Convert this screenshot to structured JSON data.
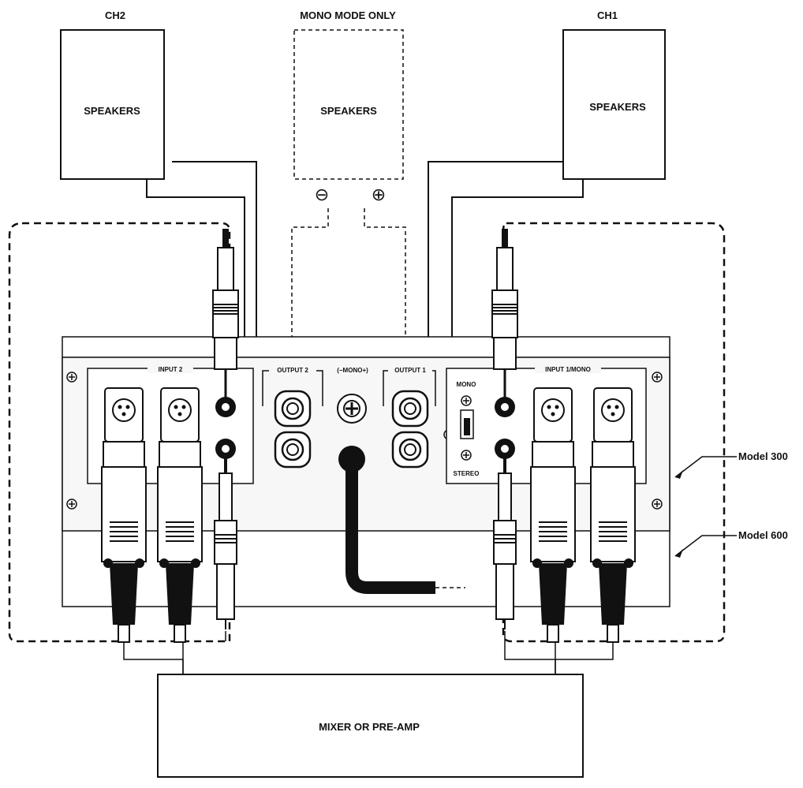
{
  "labels": {
    "ch2": "CH2",
    "ch1": "CH1",
    "mono_mode_only": "MONO MODE ONLY",
    "speakers_left": "SPEAKERS",
    "speakers_center": "SPEAKERS",
    "speakers_right": "SPEAKERS",
    "minus_symbol": "⊖",
    "plus_symbol": "⊕",
    "input_2": "INPUT 2",
    "output_2": "OUTPUT 2",
    "mono_bridge": "(−MONO+)",
    "output_1": "OUTPUT 1",
    "input_1_mono": "INPUT 1/MONO",
    "mono": "MONO",
    "stereo": "STEREO",
    "model_300": "Model 300",
    "model_600": "Model 600",
    "mixer": "MIXER OR PRE-AMP"
  },
  "colors": {
    "ink": "#111111",
    "paper": "#ffffff",
    "panel": "#f7f7f7",
    "grip": "#222222"
  }
}
